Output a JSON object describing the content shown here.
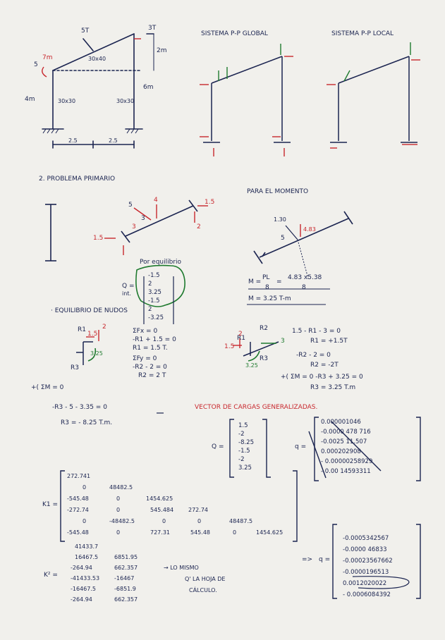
{
  "frame": {
    "load_top": "5T",
    "load_right": "3T",
    "moment_left": "7m",
    "left_load": "5",
    "section_beam": "30x40",
    "section_left": "30x30",
    "section_right": "30x30",
    "h_left": "4m",
    "h_right": "6m",
    "h_top": "2m",
    "span1": "2.5",
    "span2": "2.5"
  },
  "titles": {
    "global": "SISTEMA P-P GLOBAL",
    "local": "SISTEMA P-P LOCAL",
    "primary": "2. PROBLEMA PRIMARIO",
    "moment": "PARA EL MOMENTO",
    "equilibrium": "· EQUILIBRIO DE NUDOS",
    "vector": "VECTOR DE CARGAS GENERALIZADAS."
  },
  "primary": {
    "load4": "4",
    "load5": "5",
    "load15a": "1.5",
    "load15b": "1.5",
    "num3": "3",
    "num2": "2",
    "num3b": "3",
    "por_eq": "Por equilibrio",
    "q_label": "Q =",
    "q_sub": "int.",
    "q_values": [
      "-1.5",
      "2",
      "3.25",
      "-1.5",
      "2",
      "-3.25"
    ]
  },
  "moment": {
    "w1": "1.30",
    "w2": "4.83",
    "s": "5",
    "eq1": "M = PL/8 = 4.83 x5.38 / 8",
    "eq_lhs": "M =",
    "eq_pl": "PL",
    "eq_8": "8",
    "eq_eq": "=",
    "eq_num": "4.83 x5.38",
    "eq_den": "8",
    "result": "M = 3.25 T-m"
  },
  "eq_left": {
    "r1": "R1",
    "r2": "2",
    "r15": "1.5",
    "r325": "3.25",
    "r3": "R3",
    "l1": "ΣFx = 0",
    "l2": "-R1 + 1.5 = 0",
    "l3": "R1 = 1.5 T.",
    "l4": "ΣFy = 0",
    "l5": "-R2 - 2 = 0",
    "l6": "R2 = 2 T"
  },
  "eq_right": {
    "r1": "R1",
    "r2": "R2",
    "n2": "2",
    "n15": "1.5",
    "n3": "3",
    "r3": "R3",
    "n325": "3.25",
    "l1": "1.5 - R1 - 3 = 0",
    "l2": "R1 = +1.5T",
    "l3": "-R2 - 2 = 0",
    "l4": "R2 = -2T",
    "l5": "+( ΣM = 0  -R3 + 3.25 = 0",
    "l6": "R3 = 3.25 T.m"
  },
  "eq_sum": {
    "l1": "+( ΣM = 0",
    "l2": "-R3 - 5 - 3.35 = 0",
    "l3": "R3 = - 8.25 T.m."
  },
  "Q_vector": {
    "label": "Q =",
    "values": [
      "1.5",
      "-2",
      "-8.25",
      "-1.5",
      "-2",
      "3.25"
    ]
  },
  "q_vector_1": {
    "label": "q =",
    "values": [
      "0.000001046",
      "-0.0000 478 716",
      "-0.0025 11.507",
      "0.000202908",
      "- 0.00000258929",
      "- 0.00 14593311"
    ]
  },
  "K1": {
    "label": "K1 =",
    "rows": [
      [
        "272.741",
        "",
        "",
        "",
        "",
        ""
      ],
      [
        "0",
        "48482.5",
        "",
        "",
        "",
        ""
      ],
      [
        "-545.48",
        "0",
        "1454.625",
        "",
        "",
        ""
      ],
      [
        "-272.74",
        "0",
        "545.484",
        "272.74",
        "",
        ""
      ],
      [
        "0",
        "-48482.5",
        "0",
        "0",
        "48487.5",
        ""
      ],
      [
        "-545.48",
        "0",
        "727.31",
        "545.48",
        "0",
        "1454.625"
      ]
    ]
  },
  "K2": {
    "label": "K² =",
    "rows": [
      [
        "41433.7",
        ""
      ],
      [
        "16467.5",
        "6851.95"
      ],
      [
        "-264.94",
        "662.357"
      ],
      [
        "-41433.53",
        "-16467"
      ],
      [
        "-16467.5",
        "-6851.9"
      ],
      [
        "-264.94",
        "662.357"
      ]
    ],
    "note": [
      "→ LO MISMO",
      "Q' LA HOJA DE",
      "CÁLCULO."
    ]
  },
  "q_vector_2": {
    "arrow": "=>",
    "label": "q =",
    "values": [
      "-0.0005342567",
      "-0.0000 46833",
      "-0.00023567662",
      "-0.0000196513",
      "0.0012020022",
      "- 0.0006084392"
    ]
  },
  "colors": {
    "ink": "#1b2450",
    "red": "#c8272d",
    "green": "#1f7a2f"
  }
}
